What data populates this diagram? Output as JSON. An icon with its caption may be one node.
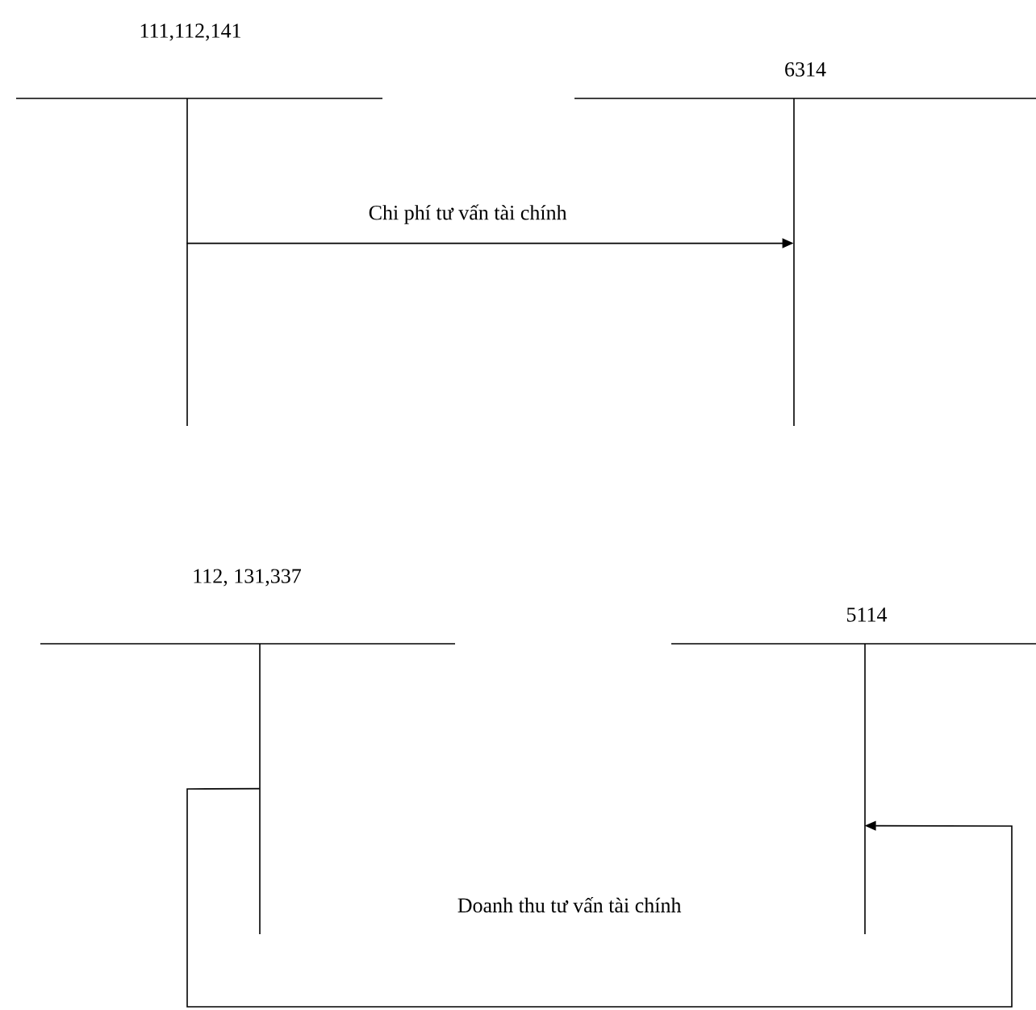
{
  "diagram": {
    "nodes": [
      {
        "text": [
          "111,112,141"
        ]
      },
      {
        "text": [
          "6314"
        ]
      },
      {
        "text": [
          "112, 131,337"
        ]
      },
      {
        "text": [
          "5114"
        ]
      }
    ],
    "edges": [
      {
        "from": 0,
        "to": 1,
        "arrow": "to",
        "label": "Chi phí tư vấn tài chính"
      },
      {
        "from": 2,
        "to": 3,
        "arrow": "to",
        "label": "Doanh thu tư vấn tài chính"
      }
    ]
  }
}
